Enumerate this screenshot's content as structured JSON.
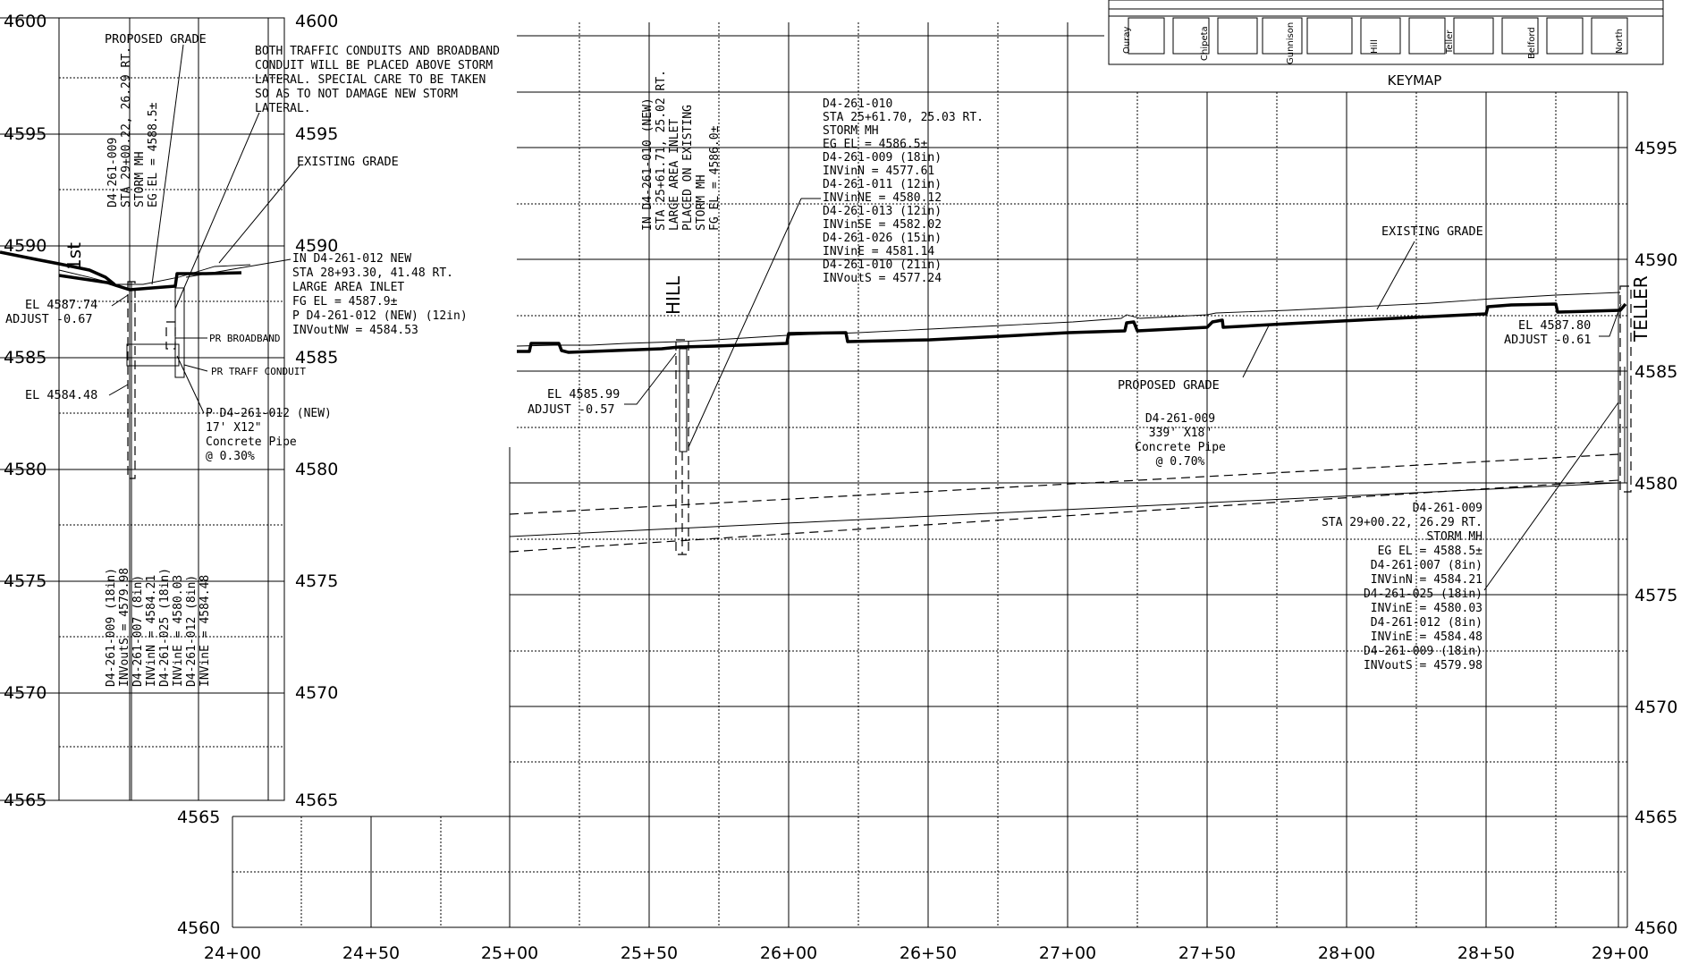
{
  "left_panel": {
    "elev_labels_left": [
      "4600",
      "4595",
      "4590",
      "4585",
      "4580",
      "4575",
      "4570",
      "4565"
    ],
    "elev_labels_right": [
      "4600",
      "4595",
      "4590",
      "4585",
      "4580",
      "4575",
      "4570",
      "4565"
    ],
    "street": "1st",
    "proposed_grade": "PROPOSED GRADE",
    "existing_grade": "EXISTING GRADE",
    "conduit_note": [
      "BOTH TRAFFIC CONDUITS AND BROADBAND",
      "CONDUIT WILL BE PLACED ABOVE STORM",
      "LATERAL.  SPECIAL CARE TO BE TAKEN",
      "SO AS TO NOT DAMAGE NEW STORM",
      "LATERAL."
    ],
    "mh_vertical": [
      "D4-261-009",
      "STA 29+00.22, 26.29 RT.",
      "STORM MH",
      "EG EL = 4588.5±"
    ],
    "inlet_note": [
      "IN D4-261-012 NEW",
      "STA 28+93.30, 41.48 RT.",
      "LARGE AREA INLET",
      "FG EL = 4587.9±",
      "P D4-261-012 (NEW) (12in)",
      "INVoutNW = 4584.53"
    ],
    "el_top": "EL 4587.74",
    "adjust_top": "ADJUST -0.67",
    "el_bottom": "EL 4584.48",
    "pr_broadband": "PR BROADBAND",
    "pr_traff": "PR TRAFF CONDUIT",
    "pipe_note": [
      "P D4-261-012 (NEW)",
      "17' X12\"",
      "Concrete Pipe",
      "@ 0.30%"
    ],
    "inv_vertical": [
      "D4-261-009 (18in)",
      "INVoutS = 4579.98",
      "D4-261-007 (8in)",
      "INVinN = 4584.21",
      "D4-261-025 (18in)",
      "INVinE = 4580.03",
      "D4-261-012 (8in)",
      "INVinE = 4584.48"
    ]
  },
  "main_panel": {
    "elev_labels_right": [
      "4595",
      "4590",
      "4585",
      "4580",
      "4575",
      "4570",
      "4565",
      "4560"
    ],
    "elev_labels_left": [
      "4565",
      "4560"
    ],
    "stations": [
      "24+00",
      "24+50",
      "25+00",
      "25+50",
      "26+00",
      "26+50",
      "27+00",
      "27+50",
      "28+00",
      "28+50",
      "29+00"
    ],
    "hill_street": "HILL",
    "teller_street": "TELLER",
    "hill_vertical": [
      "IN D4-261-010 (NEW)",
      "STA 25+61.71, 25.02 RT.",
      "LARGE AREA INLET",
      "PLACED ON EXISTING",
      "STORM MH",
      "FG EL = 4586.0±"
    ],
    "mh010_note": [
      "D4-261-010",
      "STA 25+61.70, 25.03 RT.",
      "STORM MH",
      "EG EL = 4586.5±",
      "D4-261-009 (18in)",
      "INVinN = 4577.61",
      "D4-261-011 (12in)",
      "INVinNE = 4580.12",
      "D4-261-013 (12in)",
      "INVinSE = 4582.02",
      "D4-261-026 (15in)",
      "INVinE = 4581.14",
      "D4-261-010 (21in)",
      "INVoutS = 4577.24"
    ],
    "el_hill": "EL 4585.99",
    "adjust_hill": "ADJUST -0.57",
    "existing_grade": "EXISTING GRADE",
    "proposed_grade": "PROPOSED GRADE",
    "pipe_note": [
      "D4-261-009",
      "339' X18\"",
      "Concrete Pipe",
      "@ 0.70%"
    ],
    "el_teller": "EL 4587.80",
    "adjust_teller": "ADJUST -0.61",
    "mh009_note": [
      "D4-261-009",
      "STA 29+00.22, 26.29 RT.",
      "STORM MH",
      "EG EL = 4588.5±",
      "D4-261-007 (8in)",
      "INVinN = 4584.21",
      "D4-261-025 (18in)",
      "INVinE = 4580.03",
      "D4-261-012 (8in)",
      "INVinE = 4584.48",
      "D4-261-009 (18in)",
      "INVoutS = 4579.98"
    ]
  },
  "keymap": {
    "title": "KEYMAP",
    "streets": [
      "Ouray",
      "Chipeta",
      "Gunnison",
      "Hill",
      "Teller",
      "Belford",
      "North"
    ]
  }
}
